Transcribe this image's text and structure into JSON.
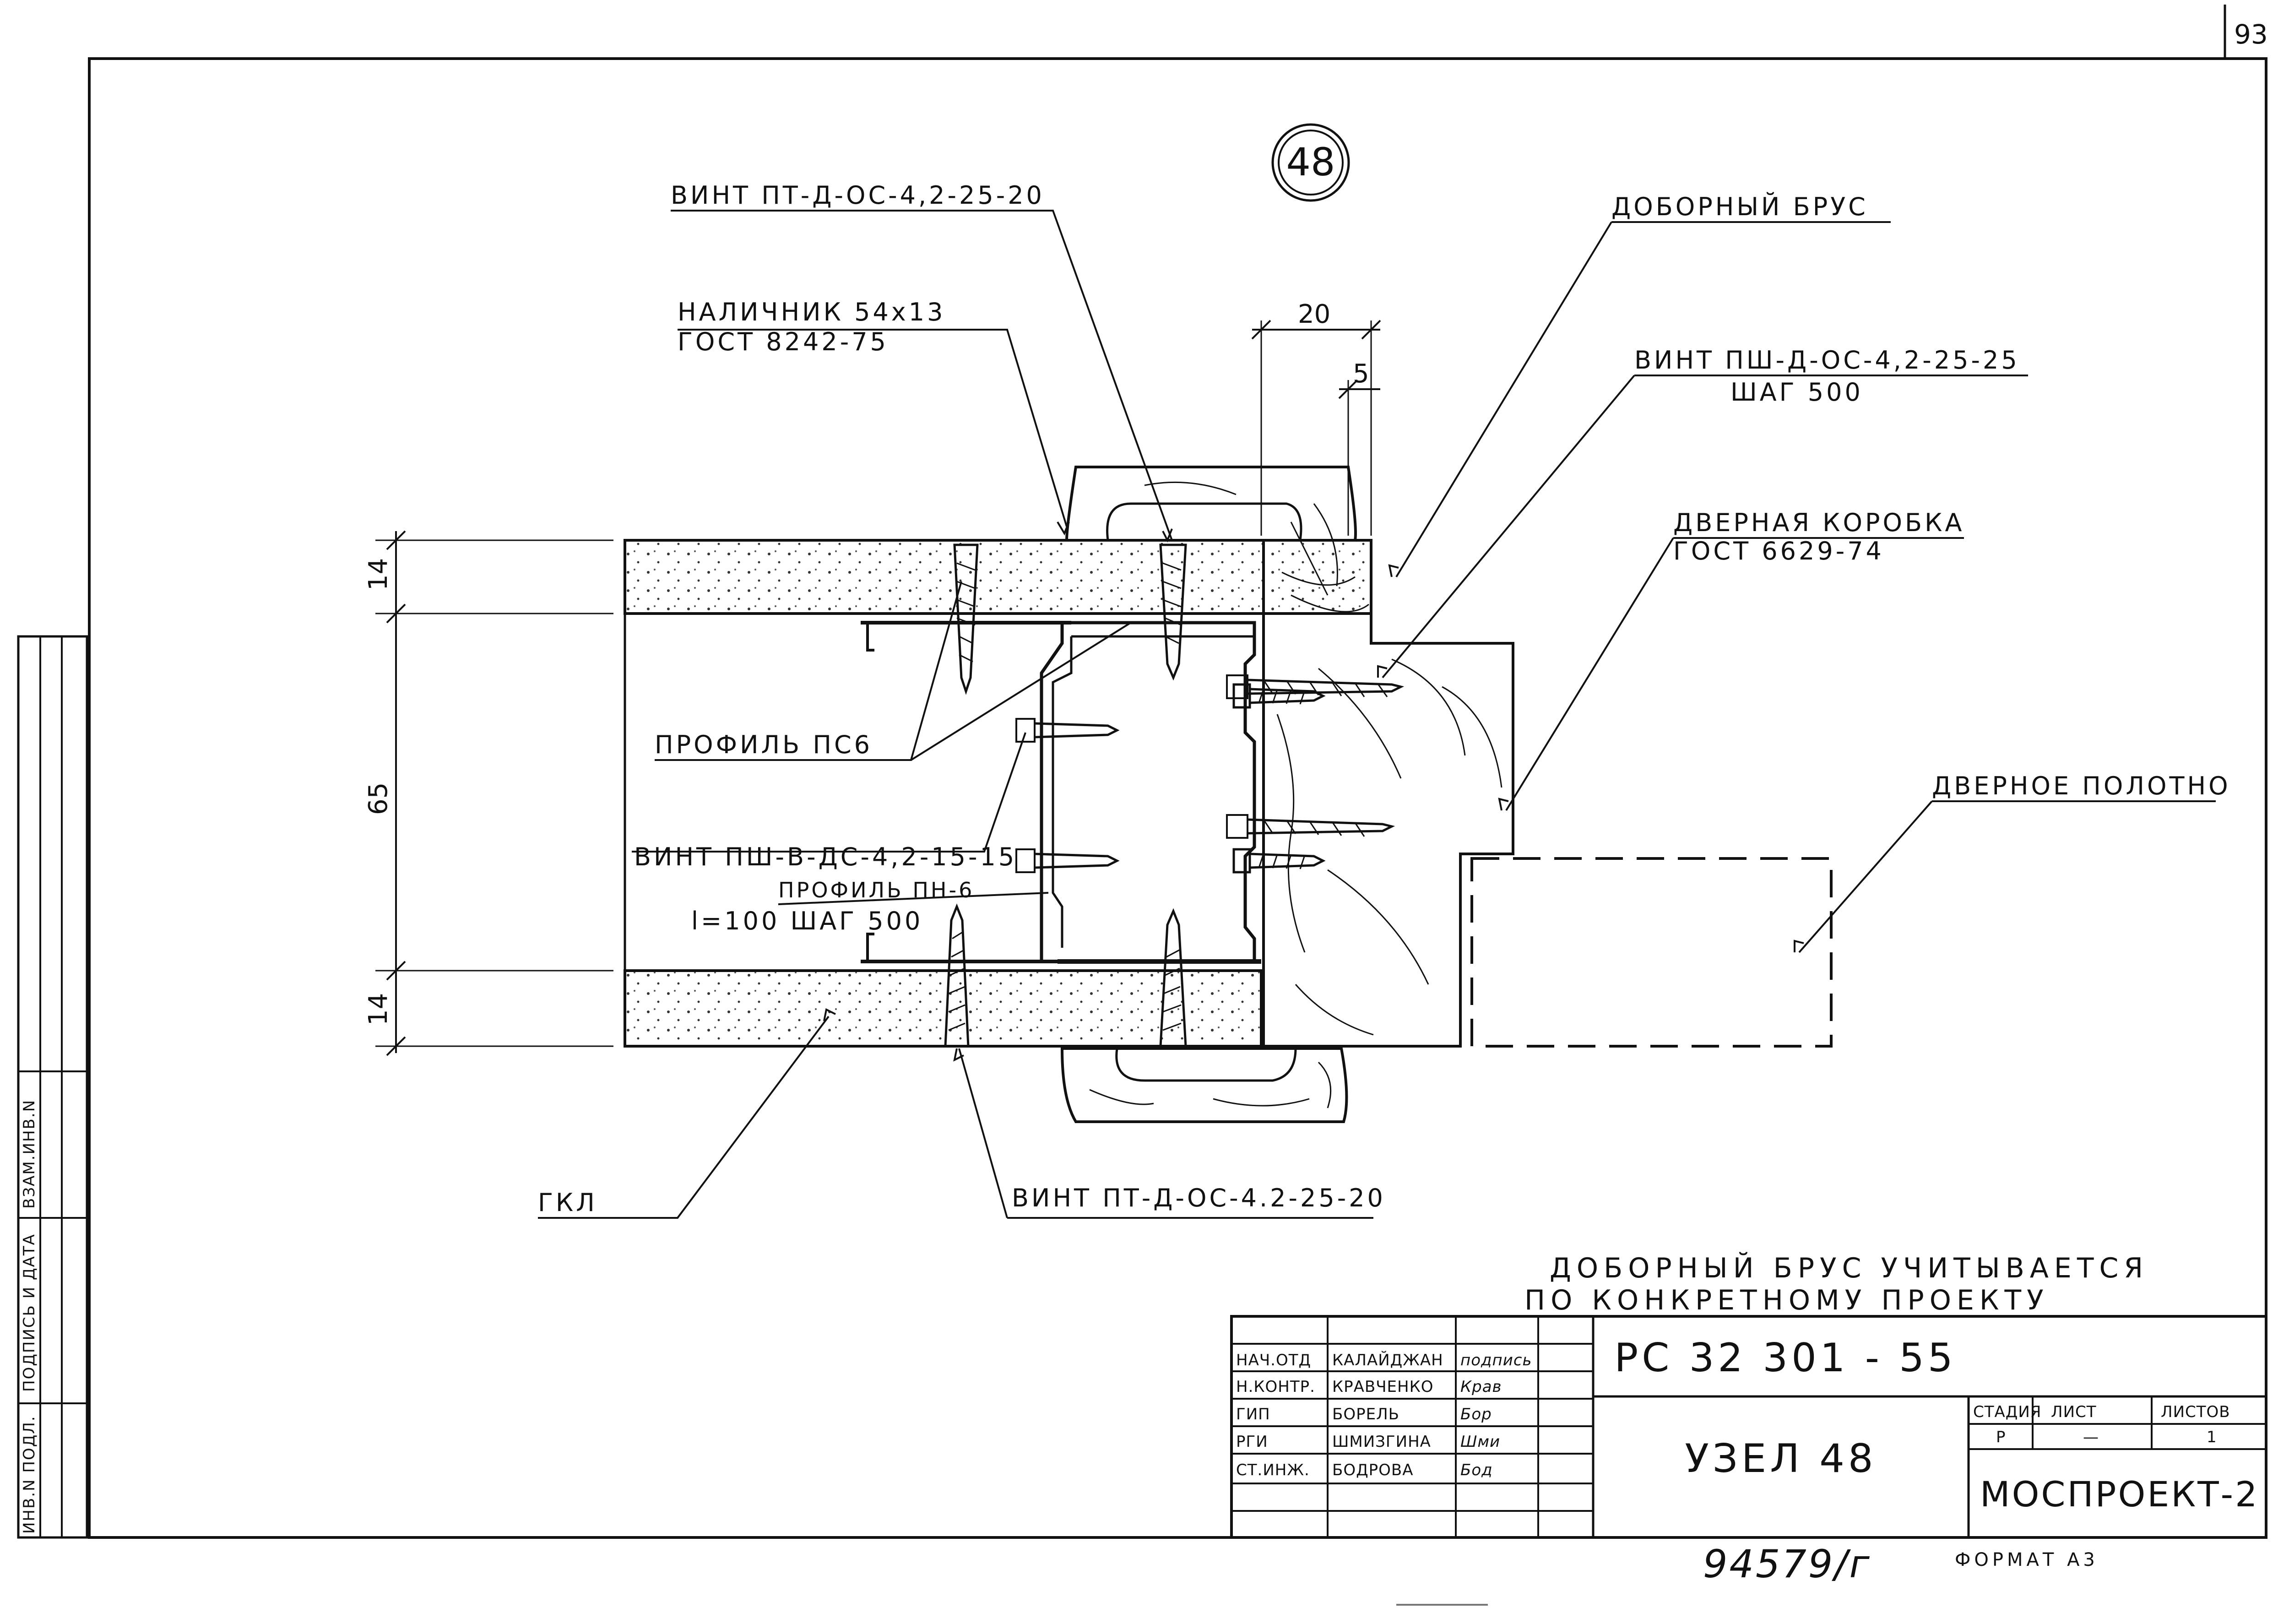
{
  "sheet": {
    "page_number": "93",
    "node_number": "48",
    "format": "ФОРМАТ А3",
    "inventory_handwritten": "94579/г"
  },
  "callouts": {
    "screw_top": "ВИНТ ПТ-Д-ОС-4,2-25-20",
    "casing_line1": "НАЛИЧНИК 54х13",
    "casing_line2": "ГОСТ 8242-75",
    "extension_bar": "ДОБОРНЫЙ БРУС",
    "screw_psh_line1": "ВИНТ ПШ-Д-ОС-4,2-25-25",
    "screw_psh_line2": "ШАГ 500",
    "door_frame_line1": "ДВЕРНАЯ КОРОБКА",
    "door_frame_line2": "ГОСТ 6629-74",
    "door_leaf": "ДВЕРНОЕ ПОЛОТНО",
    "profile_ps6": "ПРОФИЛЬ ПС6",
    "screw_pshv": "ВИНТ ПШ-В-ДС-4,2-15-15",
    "profile_pn6": "ПРОФИЛЬ ПН-6",
    "profile_pn6_step": "l=100 ШАГ 500",
    "gkl": "ГКЛ",
    "screw_bottom": "ВИНТ ПТ-Д-ОС-4.2-25-20"
  },
  "dimensions": {
    "top_layer": "14",
    "core": "65",
    "bottom_layer": "14",
    "bar_width": "20",
    "bar_offset": "5"
  },
  "note": {
    "line1": "ДОБОРНЫЙ БРУС УЧИТЫВАЕТСЯ",
    "line2": "ПО КОНКРЕТНОМУ ПРОЕКТУ"
  },
  "side_stamp": {
    "col1": "ИНВ.N ПОДЛ.",
    "col2": "ПОДПИСЬ И ДАТА",
    "col3": "ВЗАМ.ИНВ.N"
  },
  "title_block": {
    "rows": [
      {
        "role": "НАЧ.ОТД",
        "name": "КАЛАЙДЖАН",
        "sign": "подпись"
      },
      {
        "role": "Н.КОНТР.",
        "name": "КРАВЧЕНКО",
        "sign": "Крав"
      },
      {
        "role": "ГИП",
        "name": "БОРЕЛЬ",
        "sign": "Бор"
      },
      {
        "role": "РГИ",
        "name": "ШМИЗГИНА",
        "sign": "Шми"
      },
      {
        "role": "СТ.ИНЖ.",
        "name": "БОДРОВА",
        "sign": "Бод"
      }
    ],
    "doc_code": "РС 32 301 - 55",
    "title": "УЗЕЛ 48",
    "stage_header": "СТАДИЯ",
    "sheet_header": "ЛИСТ",
    "sheets_header": "ЛИСТОВ",
    "stage_value": "Р",
    "sheet_value": "—",
    "sheets_value": "1",
    "organization": "МОСПРОЕКТ-2"
  }
}
